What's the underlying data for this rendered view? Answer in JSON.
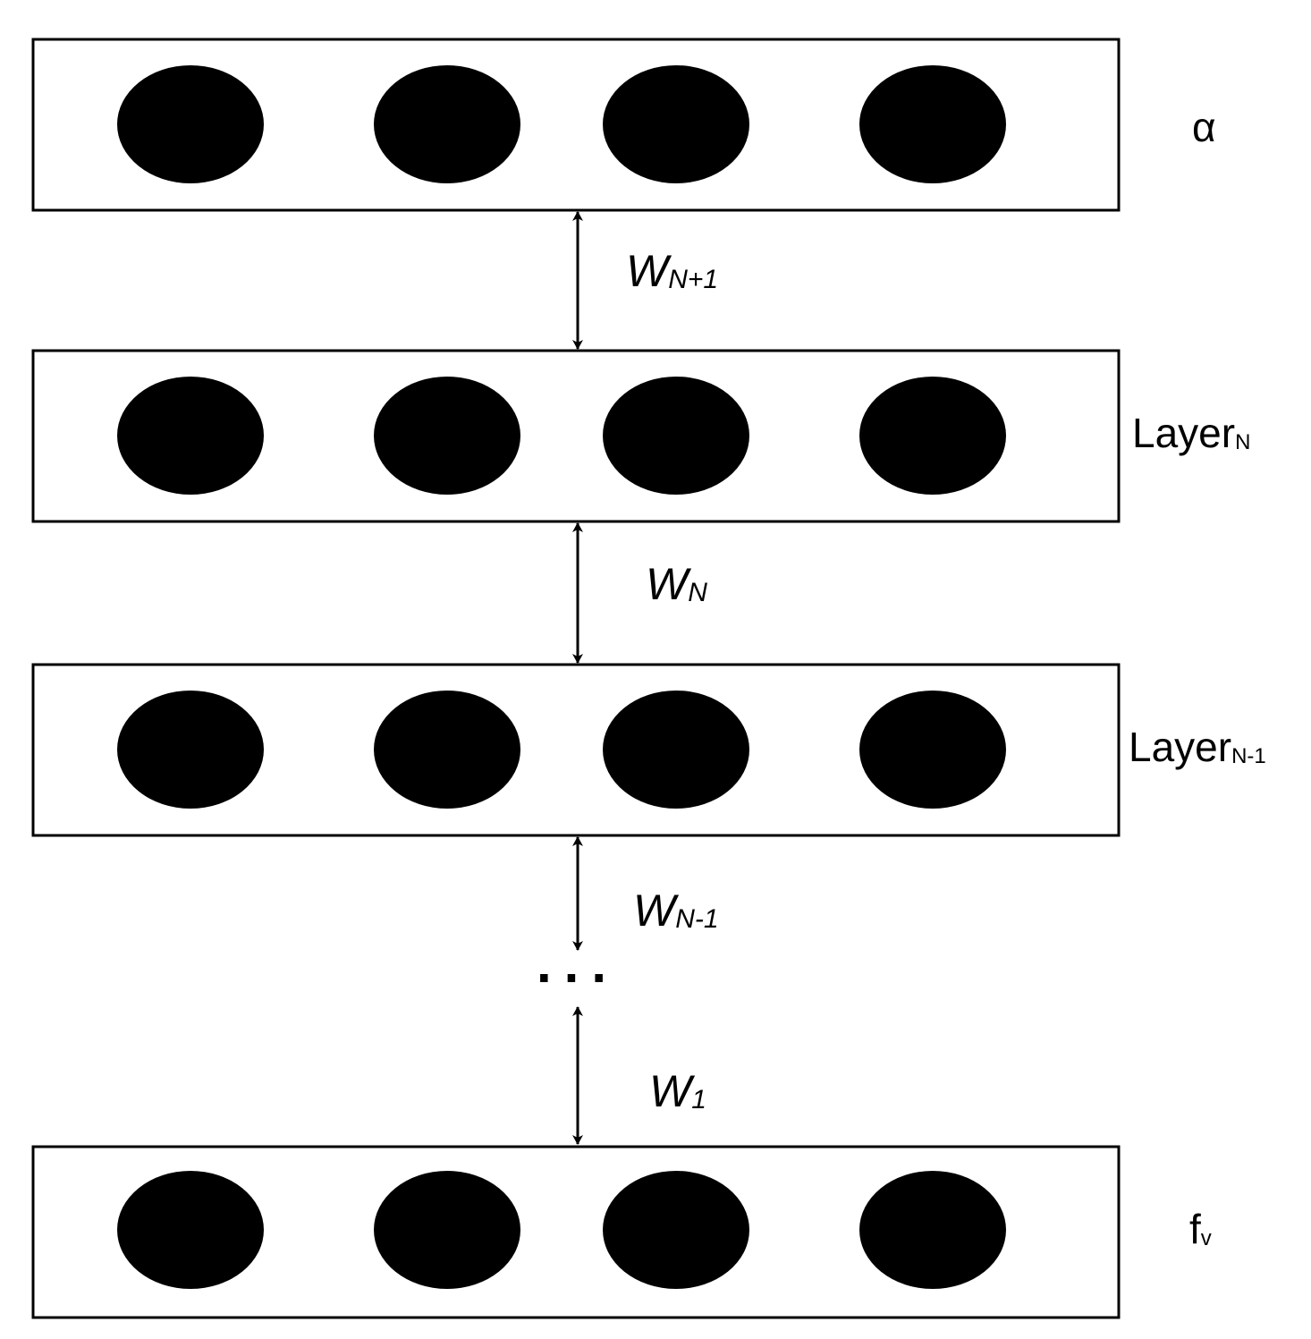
{
  "layers": [
    {
      "id": "alpha",
      "base": "α",
      "sub": "",
      "units": 4
    },
    {
      "id": "layer-n",
      "base": "Layer",
      "sub": "N",
      "units": 4
    },
    {
      "id": "layer-n-1",
      "base": "Layer",
      "sub": "N-1",
      "units": 4
    },
    {
      "id": "fv",
      "base": "f",
      "sub": "v",
      "units": 4
    }
  ],
  "connections": [
    {
      "id": "w-n-plus-1",
      "base": "W",
      "sub": "N+1"
    },
    {
      "id": "w-n",
      "base": "W",
      "sub": "N"
    },
    {
      "id": "w-n-minus-1",
      "base": "W",
      "sub": "N-1"
    },
    {
      "id": "w-1",
      "base": "W",
      "sub": "1"
    }
  ],
  "ellipsis": "...",
  "colors": {
    "stroke": "#000000",
    "node_fill": "#000000",
    "background": "#ffffff"
  }
}
